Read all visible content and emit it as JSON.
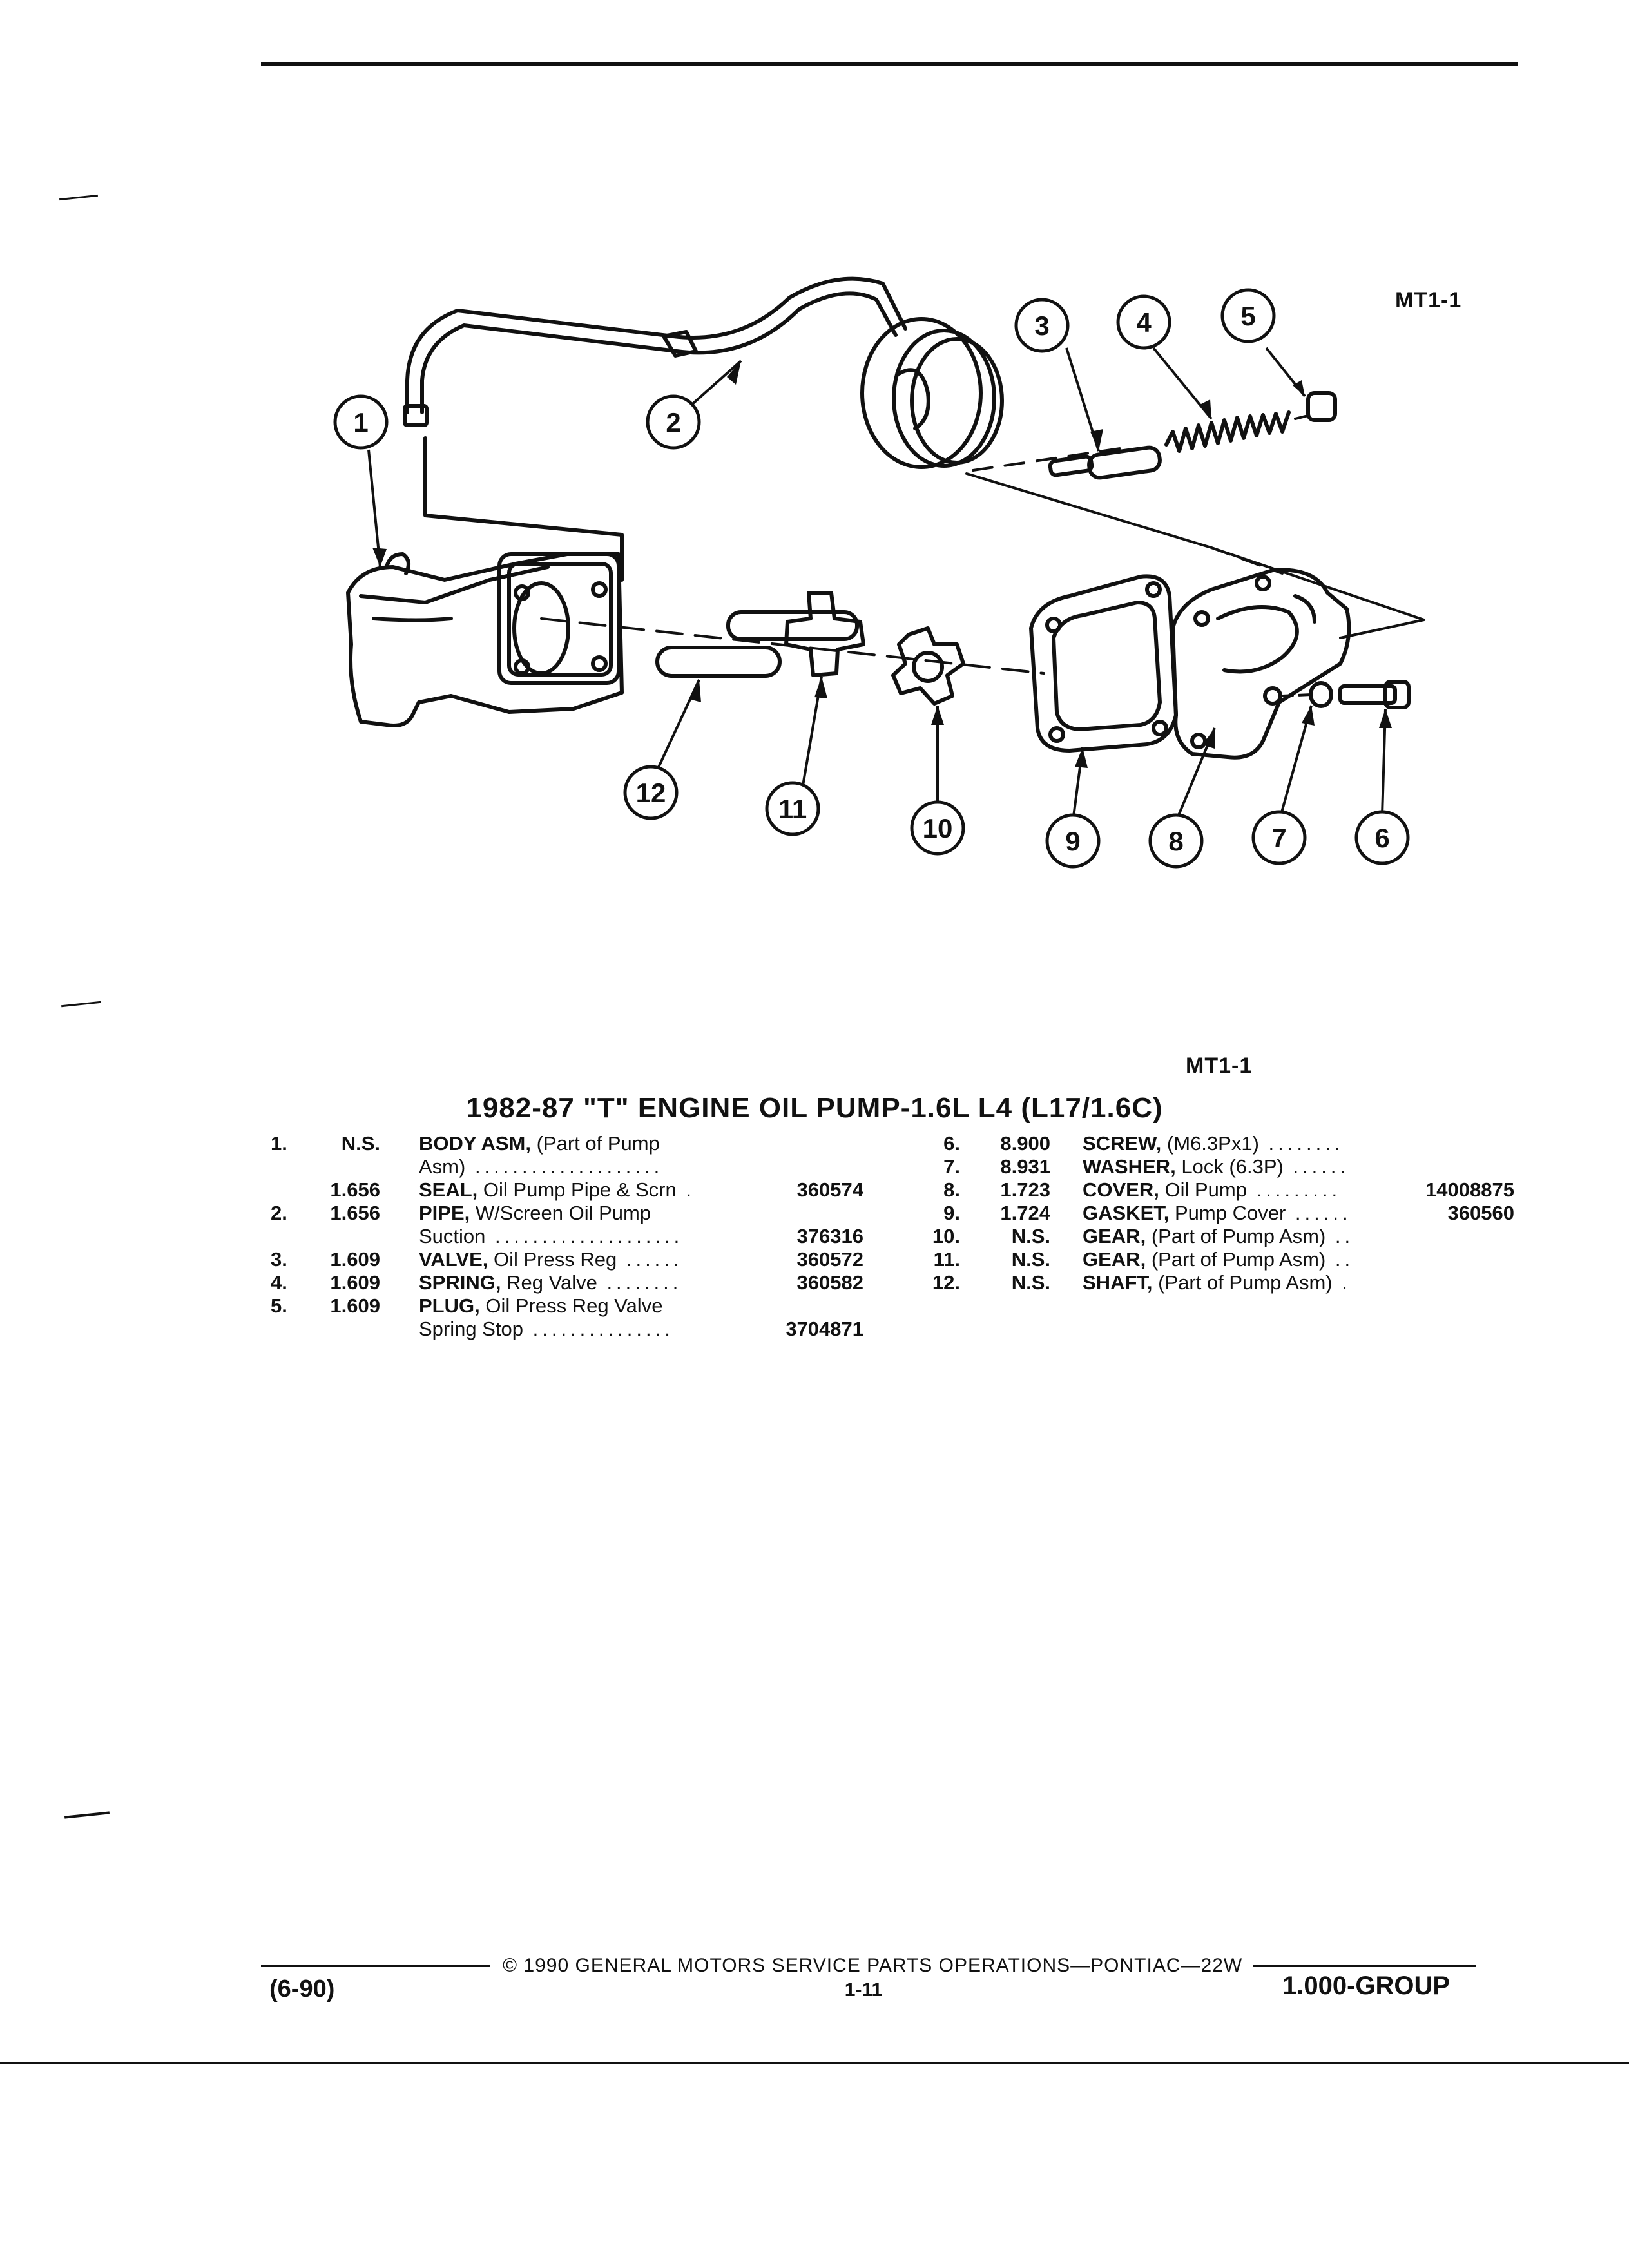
{
  "figure_ref_top": "MT1-1",
  "figure_ref_caption": "MT1-1",
  "callouts": [
    "1",
    "2",
    "3",
    "4",
    "5",
    "6",
    "7",
    "8",
    "9",
    "10",
    "11",
    "12"
  ],
  "title": "1982-87 \"T\" ENGINE OIL PUMP-1.6L L4 (L17/1.6C)",
  "left_items": [
    {
      "no": "1.",
      "cat": "N.S.",
      "name": "BODY ASM,",
      "desc": "(Part of Pump",
      "part": ""
    },
    {
      "no": "",
      "cat": "",
      "name": "",
      "desc": "Asm)",
      "part": ""
    },
    {
      "no": "",
      "cat": "1.656",
      "name": "SEAL,",
      "desc": "Oil Pump Pipe & Scrn",
      "part": "360574"
    },
    {
      "no": "2.",
      "cat": "1.656",
      "name": "PIPE,",
      "desc": "W/Screen Oil Pump",
      "part": ""
    },
    {
      "no": "",
      "cat": "",
      "name": "",
      "desc": "Suction",
      "part": "376316"
    },
    {
      "no": "3.",
      "cat": "1.609",
      "name": "VALVE,",
      "desc": "Oil Press Reg",
      "part": "360572"
    },
    {
      "no": "4.",
      "cat": "1.609",
      "name": "SPRING,",
      "desc": "Reg Valve",
      "part": "360582"
    },
    {
      "no": "5.",
      "cat": "1.609",
      "name": "PLUG,",
      "desc": "Oil Press Reg Valve",
      "part": ""
    },
    {
      "no": "",
      "cat": "",
      "name": "",
      "desc": "Spring Stop",
      "part": "3704871"
    }
  ],
  "right_items": [
    {
      "no": "6.",
      "cat": "8.900",
      "name": "SCREW,",
      "desc": "(M6.3Px1)",
      "part": ""
    },
    {
      "no": "7.",
      "cat": "8.931",
      "name": "WASHER,",
      "desc": "Lock (6.3P)",
      "part": ""
    },
    {
      "no": "8.",
      "cat": "1.723",
      "name": "COVER,",
      "desc": "Oil Pump",
      "part": "14008875"
    },
    {
      "no": "9.",
      "cat": "1.724",
      "name": "GASKET,",
      "desc": "Pump Cover",
      "part": "360560"
    },
    {
      "no": "10.",
      "cat": "N.S.",
      "name": "GEAR,",
      "desc": "(Part of Pump Asm)",
      "part": ""
    },
    {
      "no": "11.",
      "cat": "N.S.",
      "name": "GEAR,",
      "desc": "(Part of Pump Asm)",
      "part": ""
    },
    {
      "no": "12.",
      "cat": "N.S.",
      "name": "SHAFT,",
      "desc": "(Part of Pump Asm)",
      "part": ""
    }
  ],
  "footer": {
    "copyright": "© 1990 GENERAL MOTORS SERVICE PARTS OPERATIONS—PONTIAC—22W",
    "page": "1-11",
    "date": "(6-90)",
    "group": "1.000-GROUP"
  }
}
